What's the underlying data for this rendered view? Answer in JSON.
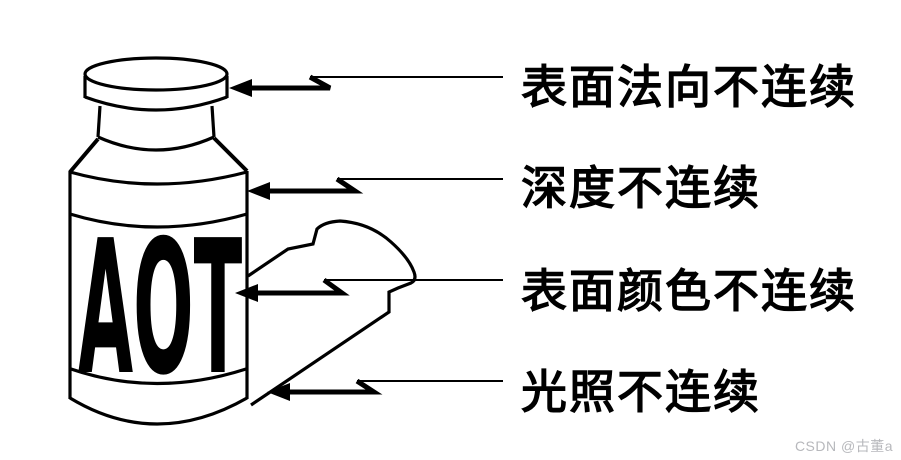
{
  "figure": {
    "bottle_text": "AOT",
    "annotations": [
      {
        "label": "表面法向不连续"
      },
      {
        "label": "深度不连续"
      },
      {
        "label": "表面颜色不连续"
      },
      {
        "label": "光照不连续"
      }
    ]
  },
  "watermark": "CSDN @古董a",
  "colors": {
    "ink": "#000000",
    "background": "#ffffff",
    "watermark_text": "#b7b8bc"
  }
}
